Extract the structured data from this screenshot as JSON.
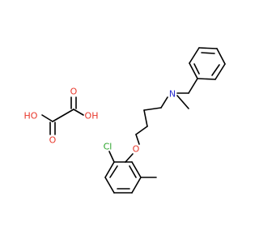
{
  "colors": {
    "background": "#ffffff",
    "bond": "#000000",
    "oxygen": "#e8372b",
    "nitrogen": "#2a2fd0",
    "chlorine": "#27a327",
    "carbon": "#000000"
  },
  "atom_labels": {
    "oxalic_ho_left": "HO",
    "oxalic_o_top": "O",
    "oxalic_o_bottom": "O",
    "oxalic_oh_right": "OH",
    "amine_n": "N",
    "ether_o": "O",
    "chloro": "Cl"
  }
}
